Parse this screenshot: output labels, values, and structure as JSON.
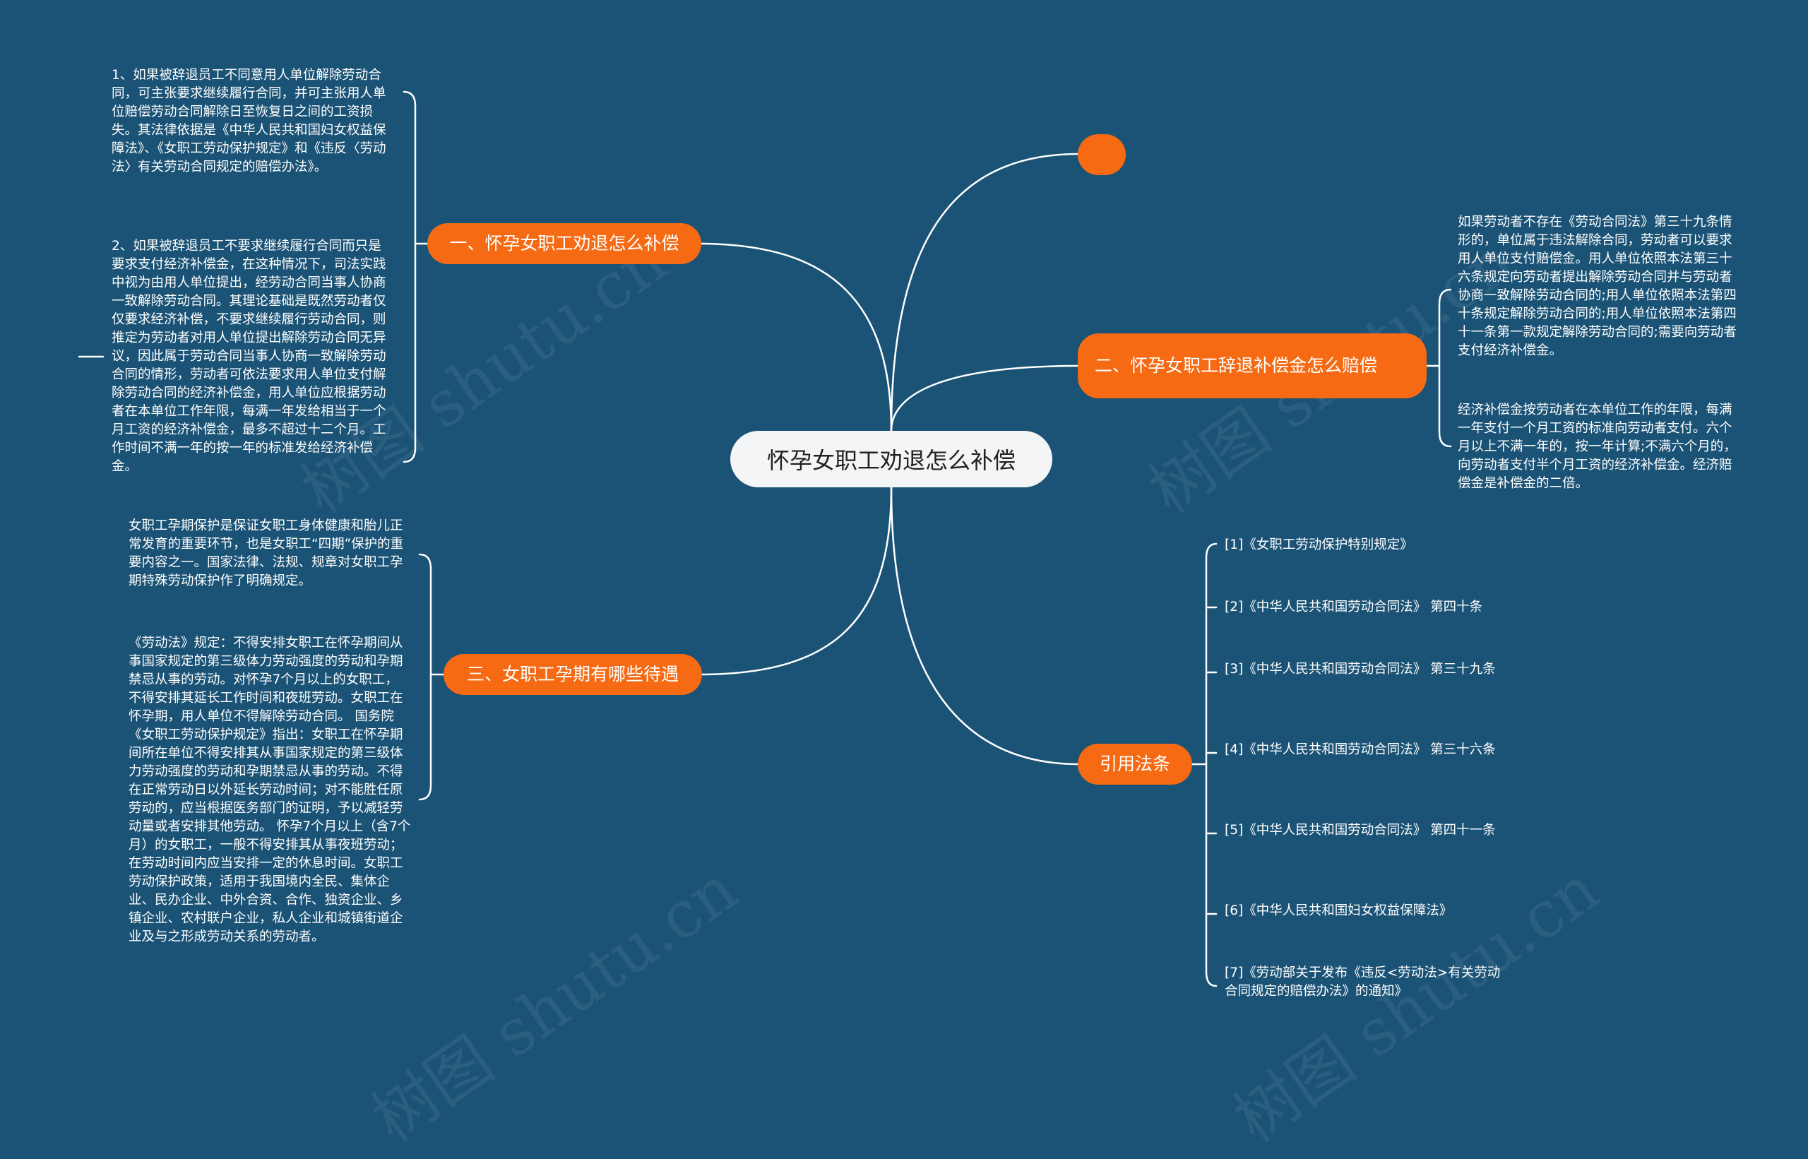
{
  "center_title": "怀孕女职工劝退怎么补偿",
  "branches": {
    "b1": "一、怀孕女职工劝退怎么补偿",
    "b2": "二、怀孕女职工辞退补偿金怎么赔偿",
    "b3": "三、女职工孕期有哪些待遇",
    "b4": "引用法条"
  },
  "notes": {
    "b1_a": "1、如果被辞退员工不同意用人单位解除劳动合同，可主张要求继续履行合同，并可主张用人单位赔偿劳动合同解除日至恢复日之间的工资损失。其法律依据是《中华人民共和国妇女权益保障法》、《女职工劳动保护规定》和《违反〈劳动法〉有关劳动合同规定的赔偿办法》。",
    "b1_b": "2、如果被辞退员工不要求继续履行合同而只是要求支付经济补偿金，在这种情况下，司法实践中视为由用人单位提出，经劳动合同当事人协商一致解除劳动合同。其理论基础是既然劳动者仅仅要求经济补偿，不要求继续履行劳动合同，则推定为劳动者对用人单位提出解除劳动合同无异议，因此属于劳动合同当事人协商一致解除劳动合同的情形，劳动者可依法要求用人单位支付解除劳动合同的经济补偿金，用人单位应根据劳动者在本单位工作年限，每满一年发给相当于一个月工资的经济补偿金，最多不超过十二个月。工作时间不满一年的按一年的标准发给经济补偿金。",
    "b2_a": "如果劳动者不存在《劳动合同法》第三十九条情形的，单位属于违法解除合同，劳动者可以要求用人单位支付赔偿金。用人单位依照本法第三十六条规定向劳动者提出解除劳动合同并与劳动者协商一致解除劳动合同的;用人单位依照本法第四十条规定解除劳动合同的;用人单位依照本法第四十一条第一款规定解除劳动合同的;需要向劳动者支付经济补偿金。",
    "b2_b": "经济补偿金按劳动者在本单位工作的年限，每满一年支付一个月工资的标准向劳动者支付。六个月以上不满一年的，按一年计算;不满六个月的，向劳动者支付半个月工资的经济补偿金。经济赔偿金是补偿金的二倍。",
    "b3_a": "女职工孕期保护是保证女职工身体健康和胎儿正常发育的重要环节，也是女职工“四期”保护的重要内容之一。国家法律、法规、规章对女职工孕期特殊劳动保护作了明确规定。",
    "b3_b": "《劳动法》规定：不得安排女职工在怀孕期间从事国家规定的第三级体力劳动强度的劳动和孕期禁忌从事的劳动。对怀孕7个月以上的女职工，不得安排其延长工作时间和夜班劳动。女职工在怀孕期，用人单位不得解除劳动合同。 国务院《女职工劳动保护规定》指出：女职工在怀孕期间所在单位不得安排其从事国家规定的第三级体力劳动强度的劳动和孕期禁忌从事的劳动。不得在正常劳动日以外延长劳动时间；对不能胜任原劳动的，应当根据医务部门的证明，予以减轻劳动量或者安排其他劳动。 怀孕7个月以上（含7个月）的女职工，一般不得安排其从事夜班劳动；在劳动时间内应当安排一定的休息时间。女职工劳动保护政策，适用于我国境内全民、集体企业、民办企业、中外合资、合作、独资企业、乡镇企业、农村联户企业，私人企业和城镇街道企业及与之形成劳动关系的劳动者。"
  },
  "references": [
    "[1]《女职工劳动保护特别规定》",
    "[2]《中华人民共和国劳动合同法》 第四十条",
    "[3]《中华人民共和国劳动合同法》 第三十九条",
    "[4]《中华人民共和国劳动合同法》 第三十六条",
    "[5]《中华人民共和国劳动合同法》 第四十一条",
    "[6]《中华人民共和国妇女权益保障法》",
    "[7]《劳动部关于发布《违反<劳动法>有关劳动合同规定的赔偿办法》的通知》"
  ],
  "watermark": "树图 shutu.cn",
  "colors": {
    "background": "#1b5376",
    "branch": "#f56a12",
    "center": "#f4f5f7",
    "line": "#ffffff"
  }
}
